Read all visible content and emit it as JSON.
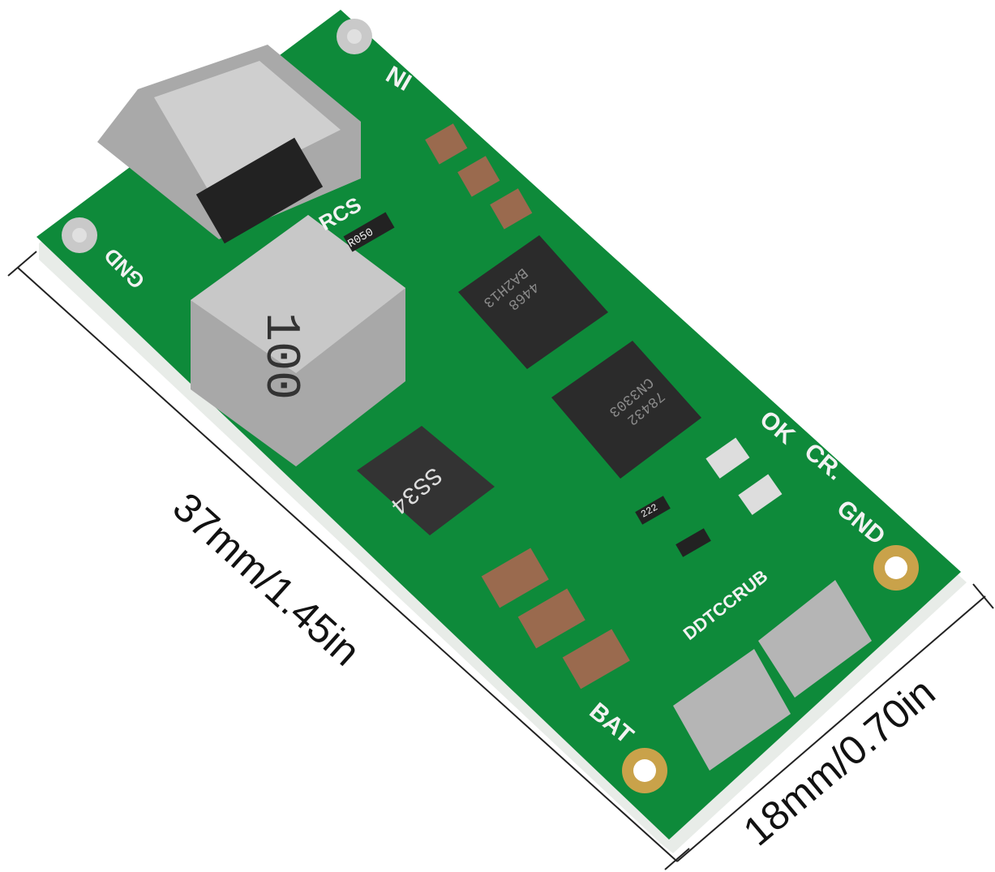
{
  "dimensions": {
    "length": "37mm/1.45in",
    "width": "18mm/0.70in"
  },
  "silkscreen": {
    "in": "IN",
    "gnd_in": "GND",
    "rcs": "RCS",
    "ok": "OK",
    "cr": "CR.",
    "gnd_out": "GND",
    "bat": "BAT",
    "brand": "DDTCCRUB"
  },
  "components": {
    "resistor_rcs": "R050",
    "inductor": "100",
    "diode": "SS34",
    "chip1": [
      "BA2H13",
      "4468"
    ],
    "chip2": [
      "CN3303",
      "78432"
    ],
    "resistor_led": "222"
  },
  "colors": {
    "pcb": "#0e8a3a",
    "pad": "#c9c9c9",
    "edge": "#e8ece8",
    "capacitor": "#9a6a4e"
  }
}
